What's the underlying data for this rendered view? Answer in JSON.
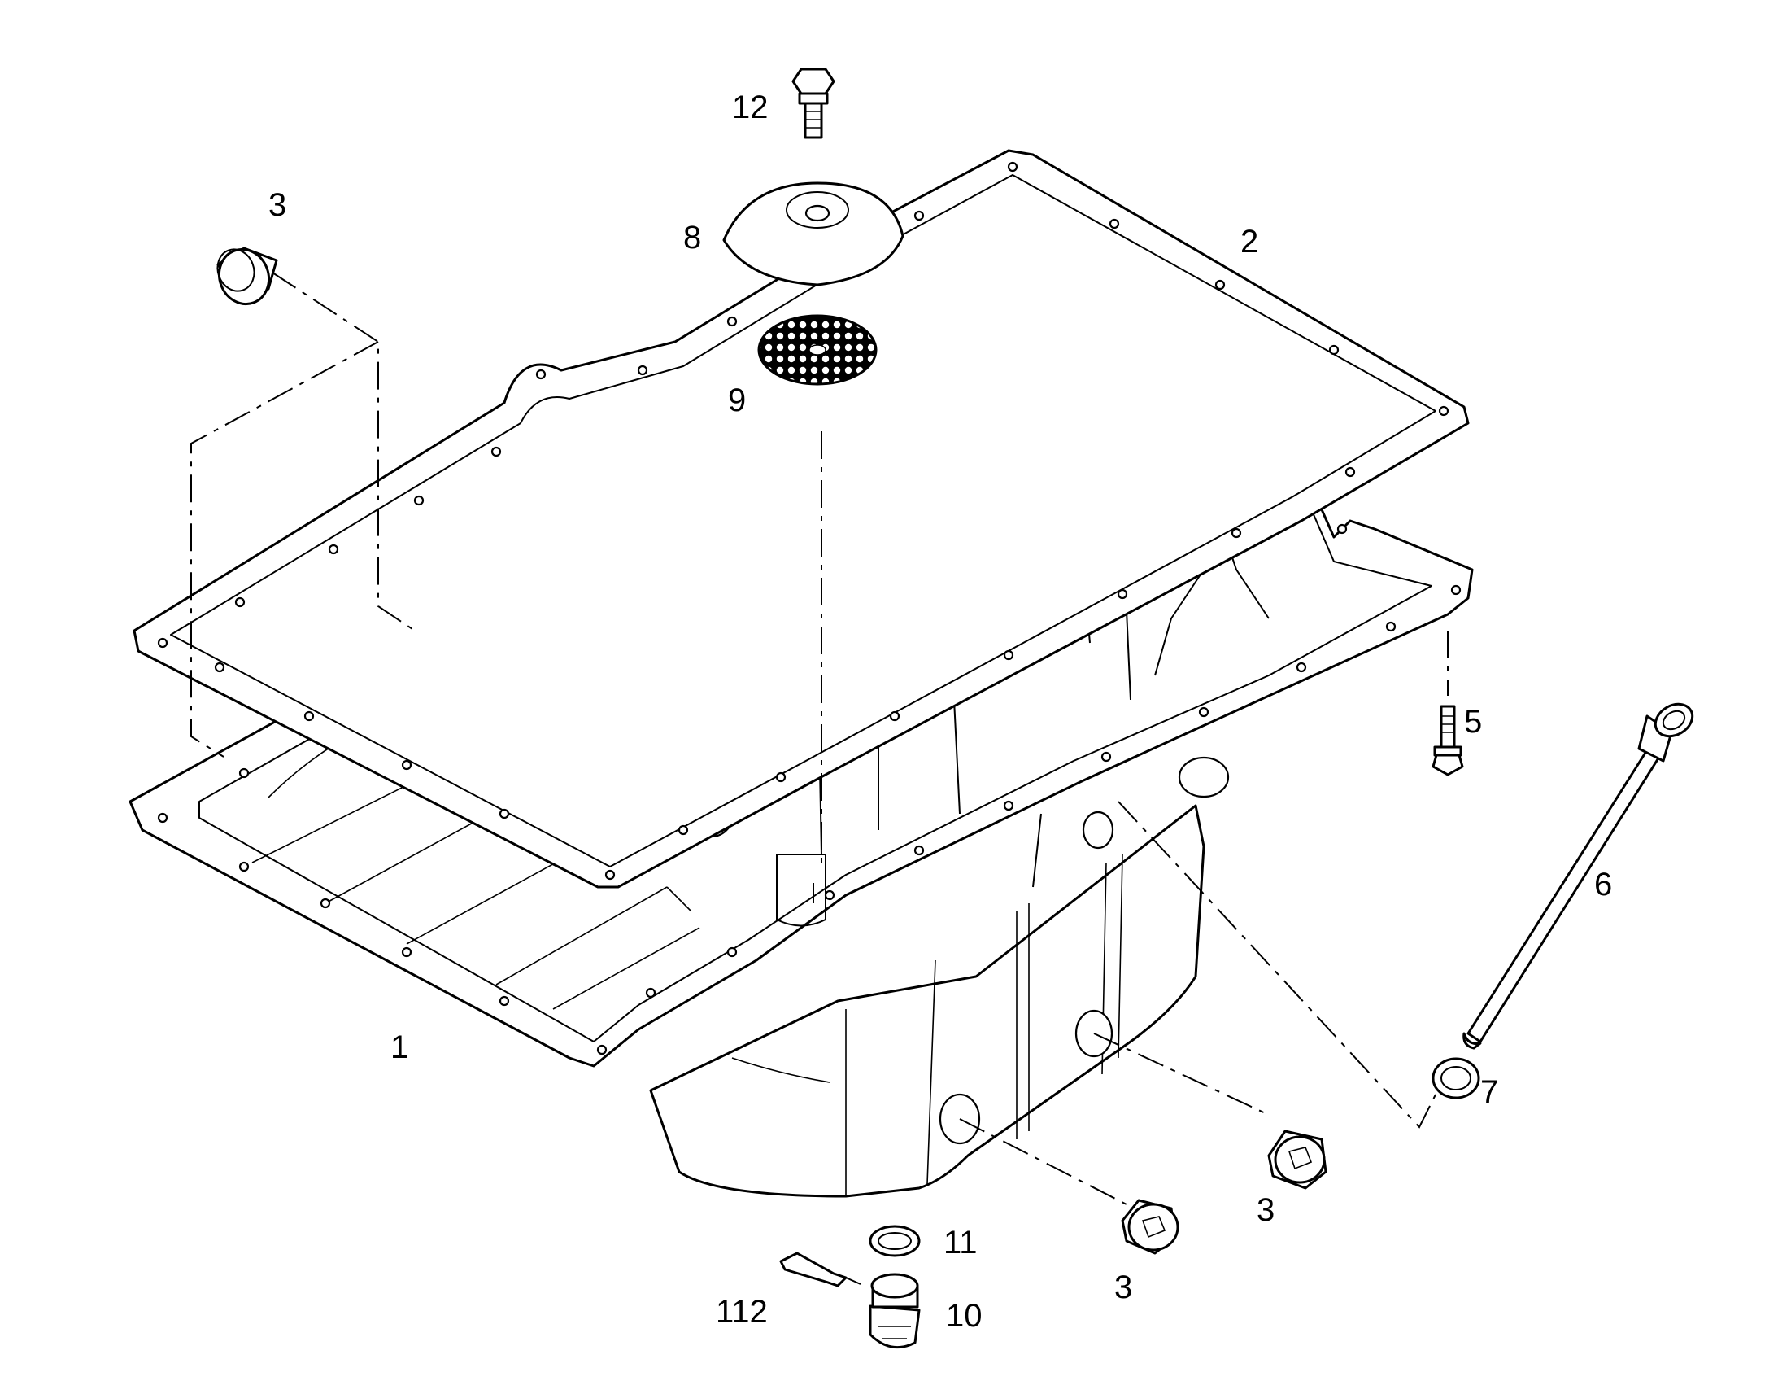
{
  "diagram": {
    "line_color": "#000000",
    "background": "#ffffff",
    "callouts": [
      {
        "id": "c1",
        "label": "1",
        "part": "oil-pan"
      },
      {
        "id": "c2",
        "label": "2",
        "part": "gasket"
      },
      {
        "id": "c3a",
        "label": "3",
        "part": "plug"
      },
      {
        "id": "c3b",
        "label": "3",
        "part": "plug"
      },
      {
        "id": "c3c",
        "label": "3",
        "part": "plug"
      },
      {
        "id": "c5",
        "label": "5",
        "part": "bolt"
      },
      {
        "id": "c6",
        "label": "6",
        "part": "dipstick-tube"
      },
      {
        "id": "c7",
        "label": "7",
        "part": "seal-ring"
      },
      {
        "id": "c8",
        "label": "8",
        "part": "baffle-cap"
      },
      {
        "id": "c9",
        "label": "9",
        "part": "strainer-screen"
      },
      {
        "id": "c10",
        "label": "10",
        "part": "drain-plug"
      },
      {
        "id": "c11",
        "label": "11",
        "part": "drain-plug-washer"
      },
      {
        "id": "c12",
        "label": "12",
        "part": "bolt"
      },
      {
        "id": "c112",
        "label": "112",
        "part": "sealant-tube"
      }
    ]
  }
}
